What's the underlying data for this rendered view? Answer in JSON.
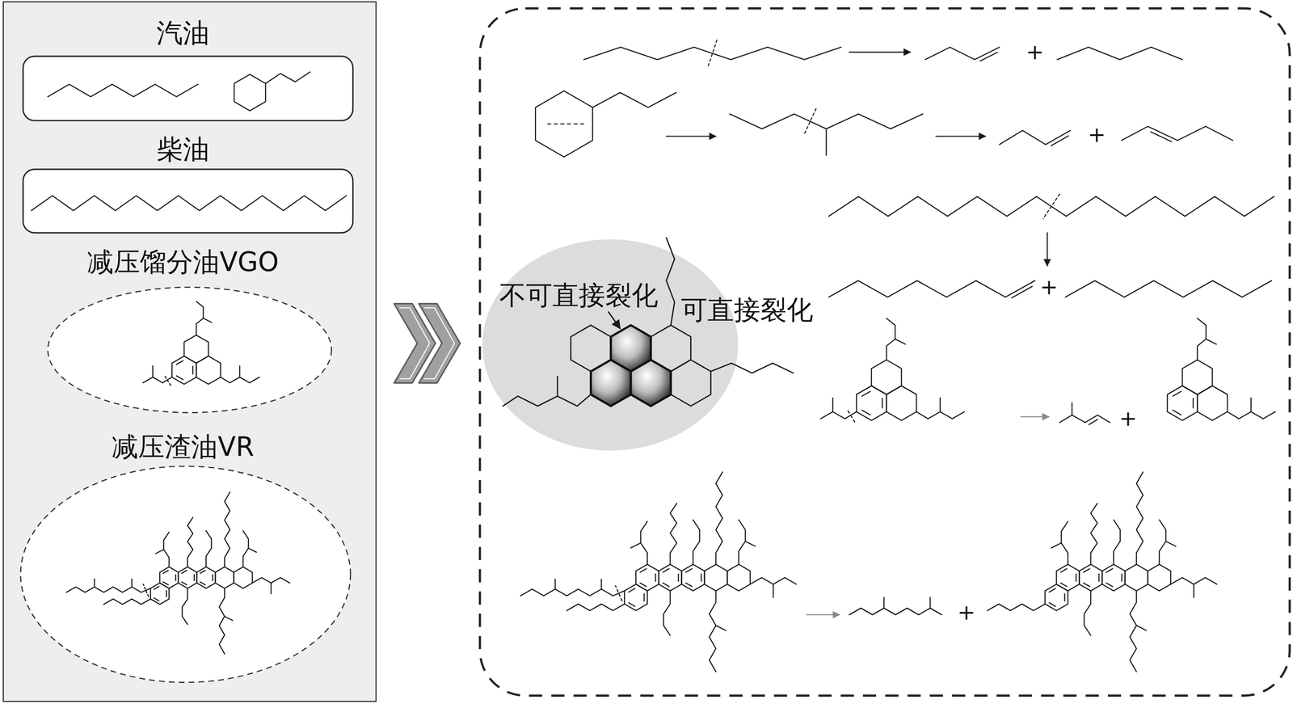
{
  "diagram": {
    "nodes": [
      {
        "text": [
          "汽油"
        ]
      },
      {
        "text": [
          "柴油"
        ]
      },
      {
        "text": [
          "减压馏分油VGO"
        ]
      },
      {
        "text": [
          "减压渣油VR"
        ]
      },
      {
        "text": [
          "不可直接裂化",
          "可直接裂化"
        ]
      }
    ],
    "labels": [
      "+",
      "+",
      "+",
      "+",
      "+"
    ]
  }
}
